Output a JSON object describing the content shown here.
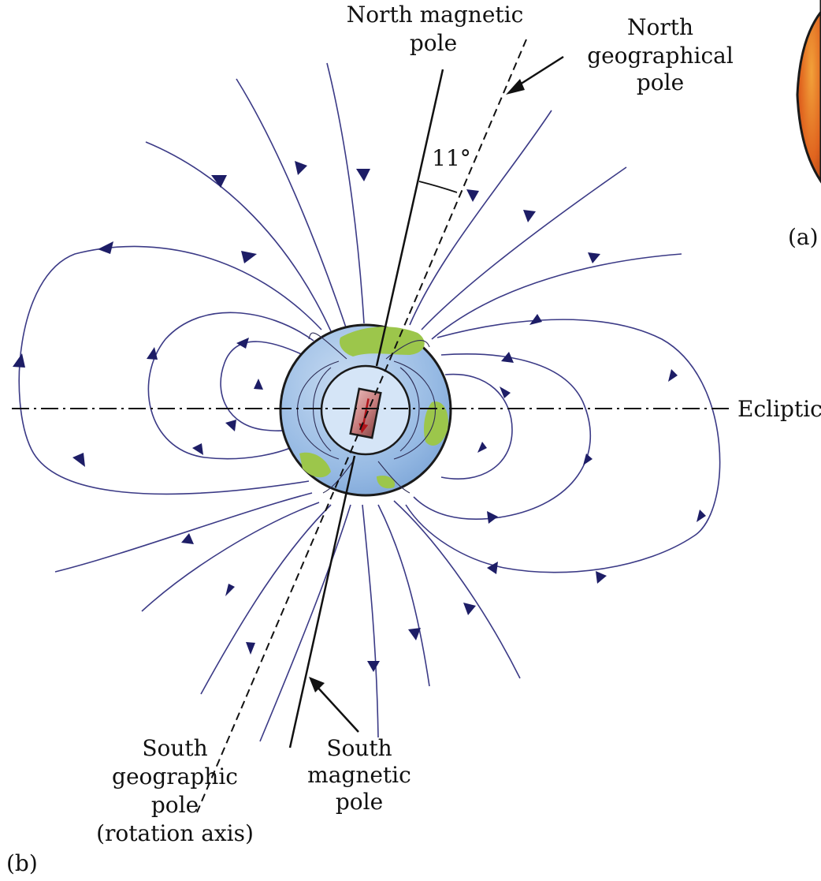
{
  "labels": {
    "north_magnetic_pole": [
      "North magnetic",
      "pole"
    ],
    "north_geographical_pole": [
      "North",
      "geographical",
      "pole"
    ],
    "angle": "11°",
    "ecliptic": "Ecliptic",
    "south_geographic_pole": [
      "South",
      "geographic",
      "pole",
      "(rotation axis)"
    ],
    "south_magnetic_pole": [
      "South",
      "magnetic",
      "pole"
    ],
    "panel_a": "(a)",
    "panel_b": "(b)"
  },
  "colors": {
    "field_lines": "#3b3a86",
    "earth_ocean": "#9ec3ea",
    "earth_land": "#9cc64b",
    "core": "#d5e5f7",
    "bar_magnet": "#c97f7f",
    "magnet_arrow": "#b0141a",
    "sun_panel": "#e0641f"
  },
  "angle_between_axes_deg": 11
}
